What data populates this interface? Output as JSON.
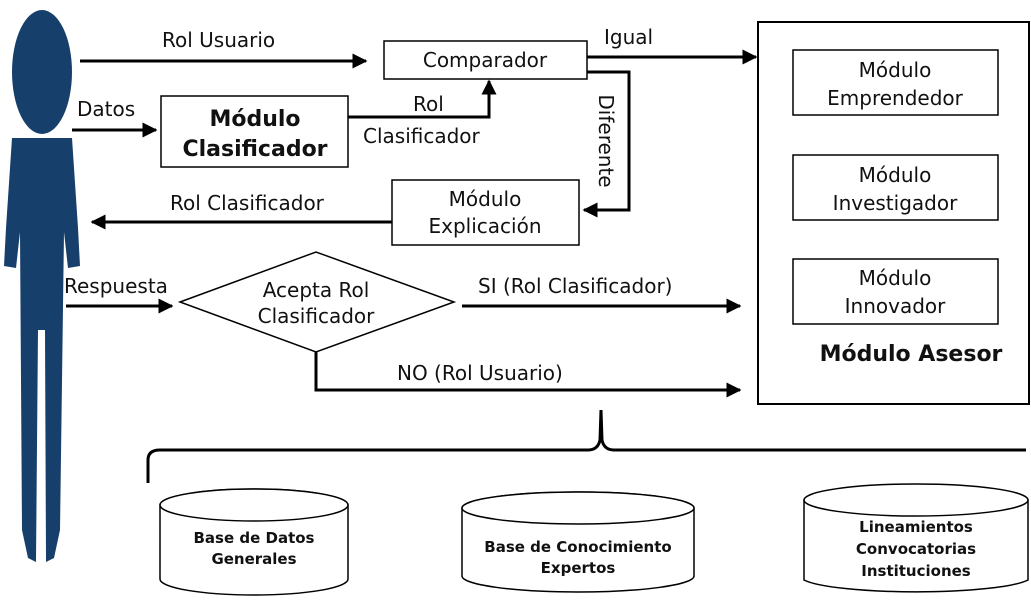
{
  "colors": {
    "person": "#173f6b",
    "line": "#000000",
    "background": "#ffffff"
  },
  "labels": {
    "rol_usuario": "Rol Usuario",
    "datos": "Datos",
    "rol": "Rol",
    "clasificador": "Clasificador",
    "igual": "Igual",
    "diferente": "Diferente",
    "rol_clasificador": "Rol  Clasificador",
    "respuesta": "Respuesta",
    "si": "SI (Rol  Clasificador)",
    "no": "NO (Rol  Usuario)"
  },
  "boxes": {
    "comparador": "Comparador",
    "clasificador": [
      "Módulo",
      "Clasificador"
    ],
    "explicacion": [
      "Módulo",
      "Explicación"
    ],
    "decision": [
      "Acepta Rol",
      "Clasificador"
    ],
    "asesor": {
      "title": "Módulo Asesor",
      "modules": [
        [
          "Módulo",
          "Emprendedor"
        ],
        [
          "Módulo",
          "Investigador"
        ],
        [
          "Módulo",
          "Innovador"
        ]
      ]
    }
  },
  "databases": [
    [
      "Base de Datos",
      "Generales"
    ],
    [
      "Base de Conocimiento",
      "Expertos"
    ],
    [
      "Lineamientos",
      "Convocatorias",
      "Instituciones"
    ]
  ]
}
